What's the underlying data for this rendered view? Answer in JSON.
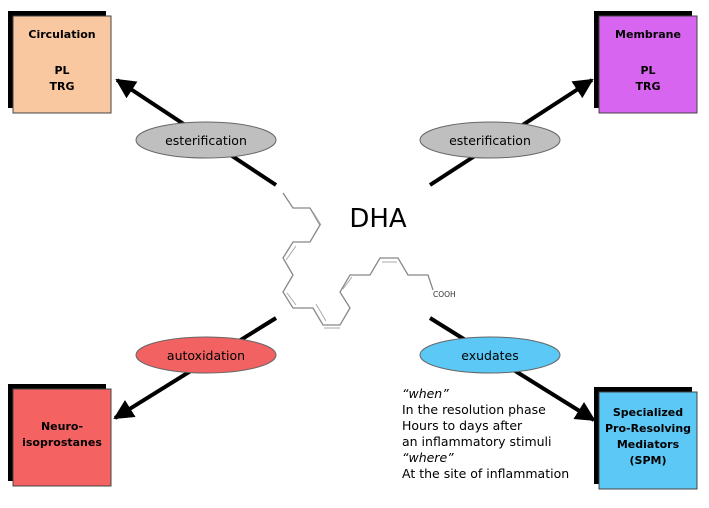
{
  "center": {
    "title": "DHA",
    "group": "COOH"
  },
  "boxes": {
    "circulation": {
      "line1": "Circulation",
      "line2": "PL",
      "line3": "TRG",
      "color": "#F9C8A0"
    },
    "membrane": {
      "line1": "Membrane",
      "line2": "PL",
      "line3": "TRG",
      "color": "#D865F0"
    },
    "neuro": {
      "line1": "Neuro-",
      "line2": "isoprostanes",
      "color": "#F46262"
    },
    "spm": {
      "line1": "Specialized",
      "line2": "Pro-Resolving",
      "line3": "Mediators",
      "line4": "(SPM)",
      "color": "#5CC8F6"
    }
  },
  "processes": {
    "esterification_left": {
      "label": "esterification",
      "color": "#BFBFBF"
    },
    "esterification_right": {
      "label": "esterification",
      "color": "#BFBFBF"
    },
    "autoxidation": {
      "label": "autoxidation",
      "color": "#F26262"
    },
    "exudates": {
      "label": "exudates",
      "color": "#5CC8F6"
    }
  },
  "notes": {
    "when": "“when”",
    "l1": "In the resolution phase",
    "l2": "Hours to days after",
    "l3": "an inflammatory stimuli",
    "where": "“where”",
    "l4": "At the site of inflammation"
  }
}
